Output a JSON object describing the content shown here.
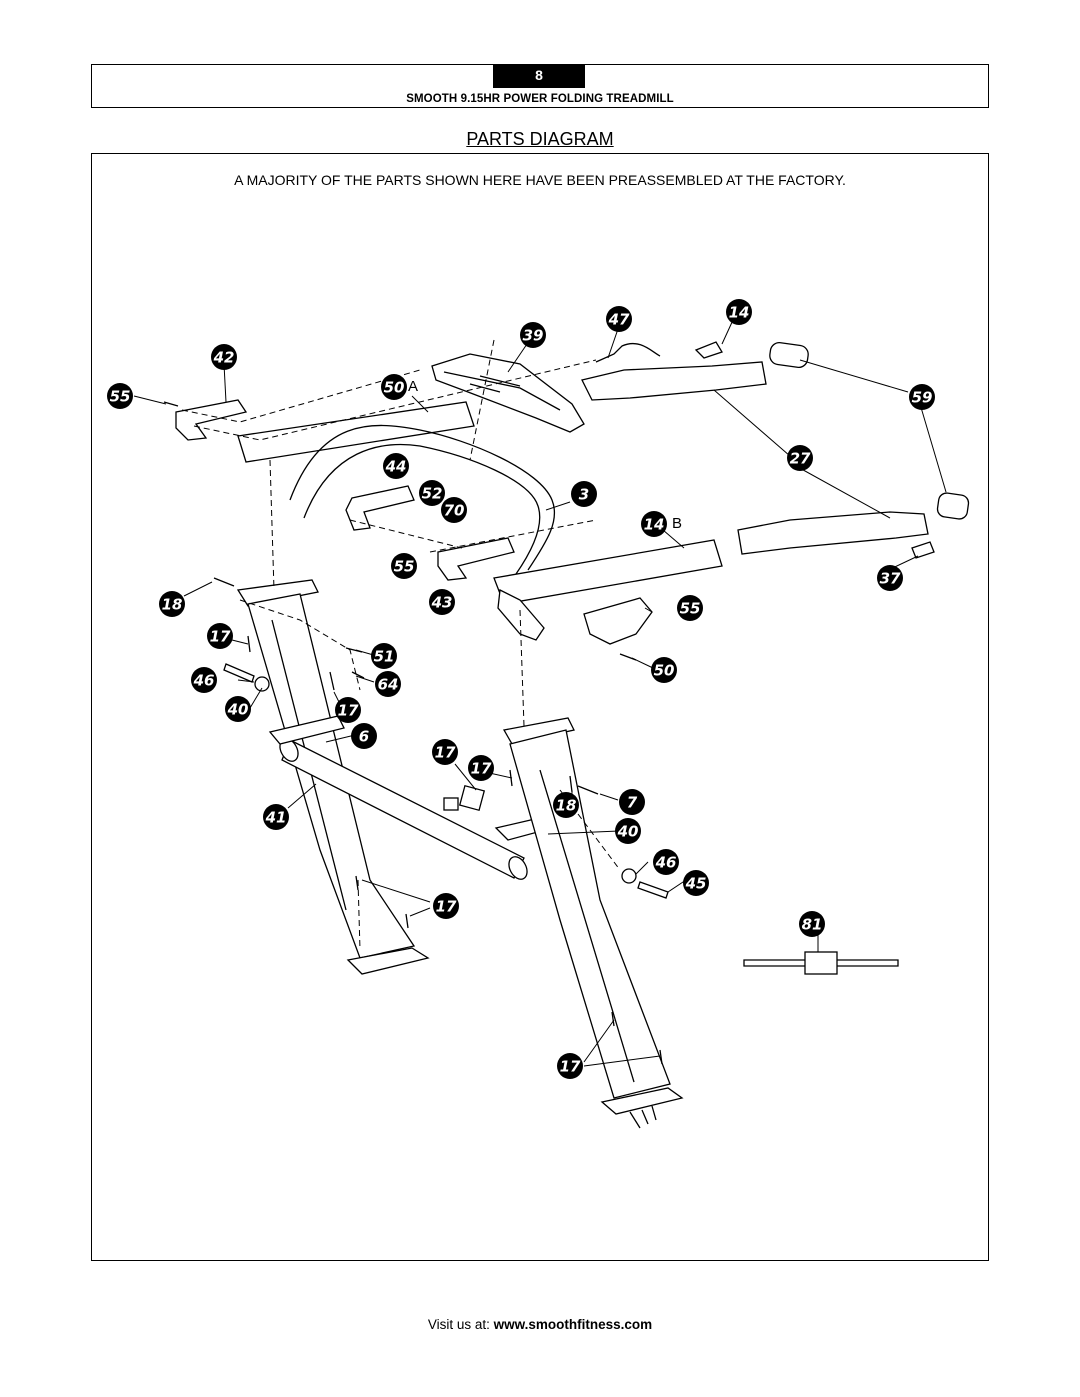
{
  "header": {
    "page_number": "8",
    "document_title": "SMOOTH 9.15HR POWER FOLDING TREADMILL"
  },
  "section": {
    "title": "PARTS DIAGRAM",
    "note": "A MAJORITY OF THE PARTS SHOWN HERE HAVE BEEN PREASSEMBLED AT THE FACTORY."
  },
  "diagram": {
    "callouts": [
      "55",
      "42",
      "39",
      "47",
      "14",
      "59",
      "50",
      "3",
      "27",
      "44",
      "52",
      "70",
      "55",
      "43",
      "18",
      "17",
      "51",
      "46",
      "64",
      "40",
      "17",
      "6",
      "41",
      "55",
      "50",
      "14",
      "37",
      "17",
      "17",
      "18",
      "7",
      "40",
      "46",
      "45",
      "17",
      "81",
      "17"
    ],
    "suffixes": [
      "A",
      "B"
    ]
  },
  "footer": {
    "prefix": "Visit us at: ",
    "url": "www.smoothfitness.com"
  }
}
